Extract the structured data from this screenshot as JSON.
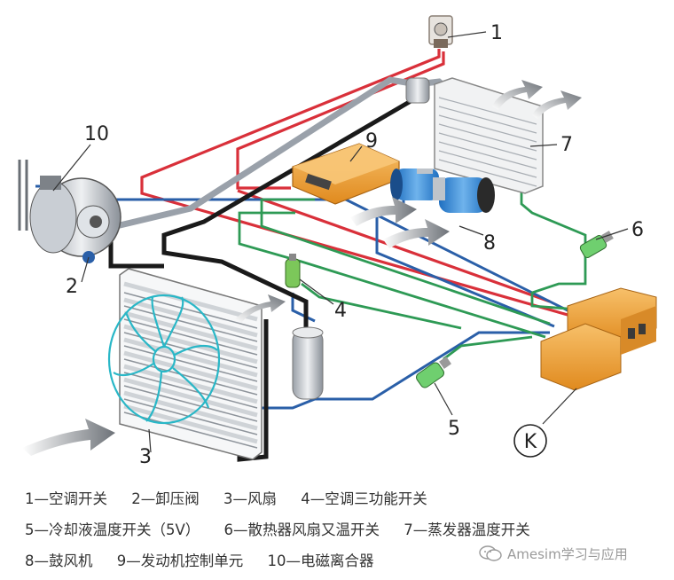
{
  "components": [
    {
      "num": "1",
      "label": "1—空调开关"
    },
    {
      "num": "2",
      "label": "2—卸压阀"
    },
    {
      "num": "3",
      "label": "3—风扇"
    },
    {
      "num": "4",
      "label": "4—空调三功能开关"
    },
    {
      "num": "5",
      "label": "5—冷却液温度开关（5V）"
    },
    {
      "num": "6",
      "label": "6—散热器风扇又温开关"
    },
    {
      "num": "7",
      "label": "7—蒸发器温度开关"
    },
    {
      "num": "8",
      "label": "8—鼓风机"
    },
    {
      "num": "9",
      "label": "9—发动机控制单元"
    },
    {
      "num": "10",
      "label": "10—电磁离合器"
    }
  ],
  "controller_label": "K",
  "watermark": "Amesim学习与应用",
  "colors": {
    "red_wire": "#d9303a",
    "blue_wire": "#2a5fa8",
    "green_wire": "#2e9a55",
    "black_line": "#1a1a1a",
    "gray_pipe": "#9aa1aa",
    "orange_unit": "#f0a23c",
    "cyan_fan": "#29b7c7"
  }
}
